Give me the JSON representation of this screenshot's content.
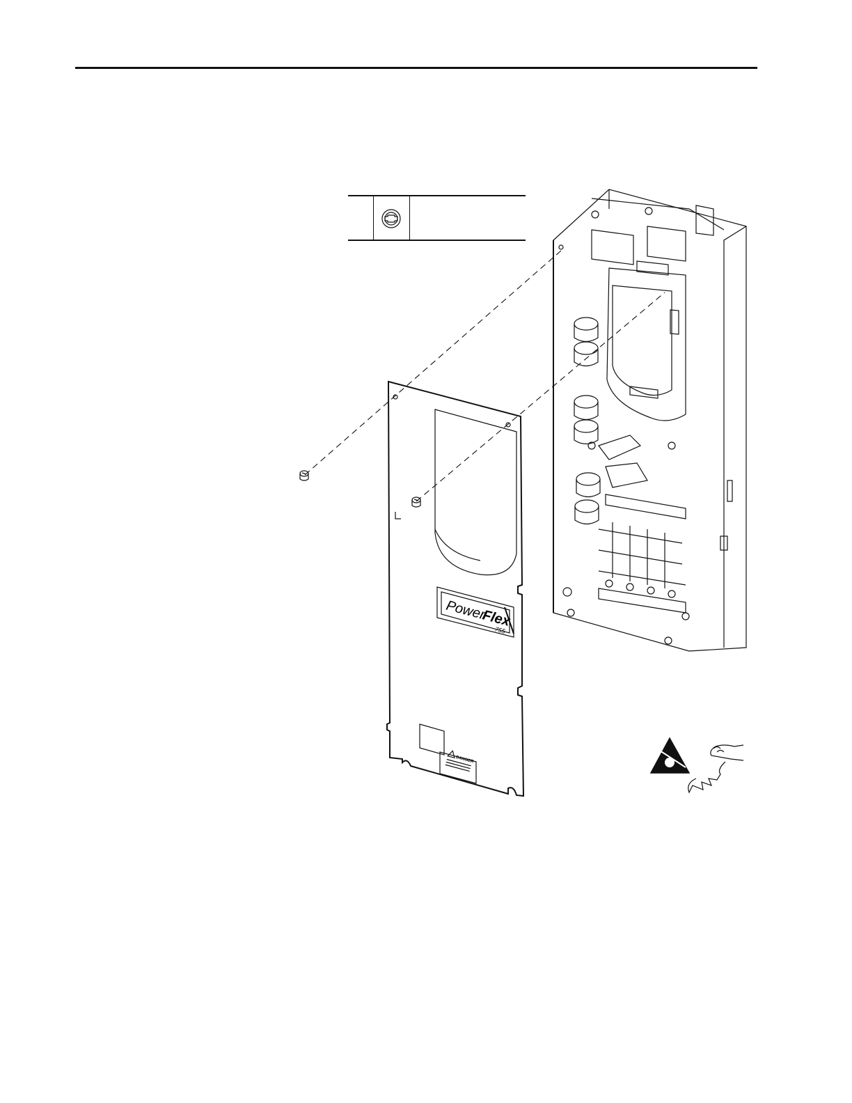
{
  "figure": {
    "logo": {
      "word_regular": "Power",
      "word_bold": "Flex",
      "model": "755"
    },
    "warning_label": {
      "heading": "DANGER"
    }
  },
  "icons": {
    "legend_tool": "screw-head-icon",
    "esd": "electrostatic-discharge-warning-icon"
  }
}
